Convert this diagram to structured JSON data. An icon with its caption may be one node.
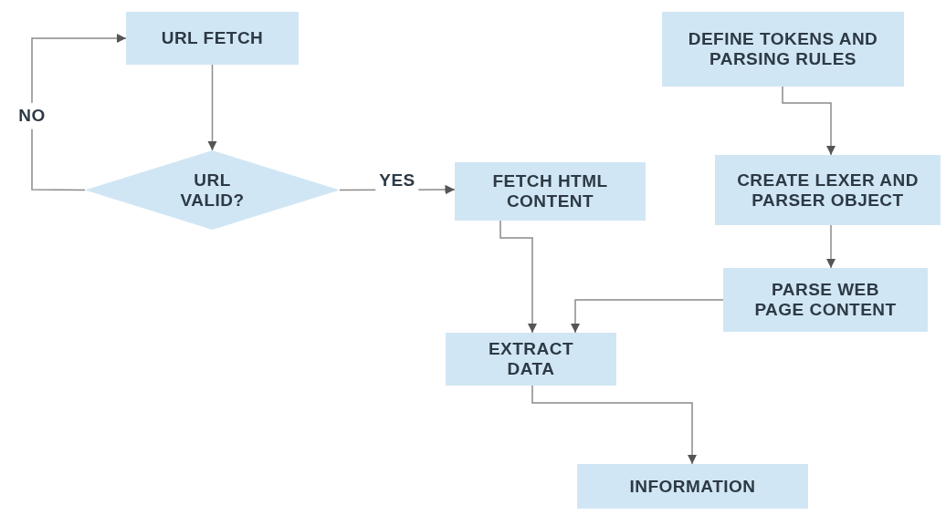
{
  "diagram": {
    "nodes": [
      {
        "text": [
          "URL FETCH"
        ]
      },
      {
        "text": [
          "URL VALID?"
        ]
      },
      {
        "text": [
          "FETCH HTML CONTENT"
        ]
      },
      {
        "text": [
          "DEFINE TOKENS AND PARSING RULES"
        ]
      },
      {
        "text": [
          "CREATE LEXER AND PARSER OBJECT"
        ]
      },
      {
        "text": [
          "PARSE WEB PAGE CONTENT"
        ]
      },
      {
        "text": [
          "EXTRACT DATA"
        ]
      },
      {
        "text": [
          "INFORMATION"
        ]
      }
    ],
    "edges": [
      {
        "from": 0,
        "to": 1,
        "arrow": "to"
      },
      {
        "from": 1,
        "to": 0,
        "arrow": "to",
        "label": "NO"
      },
      {
        "from": 1,
        "to": 2,
        "arrow": "to",
        "label": "YES"
      },
      {
        "from": 2,
        "to": 6,
        "arrow": "to"
      },
      {
        "from": 3,
        "to": 4,
        "arrow": "to"
      },
      {
        "from": 4,
        "to": 5,
        "arrow": "to"
      },
      {
        "from": 5,
        "to": 6,
        "arrow": "to"
      },
      {
        "from": 6,
        "to": 7,
        "arrow": "to"
      }
    ]
  }
}
